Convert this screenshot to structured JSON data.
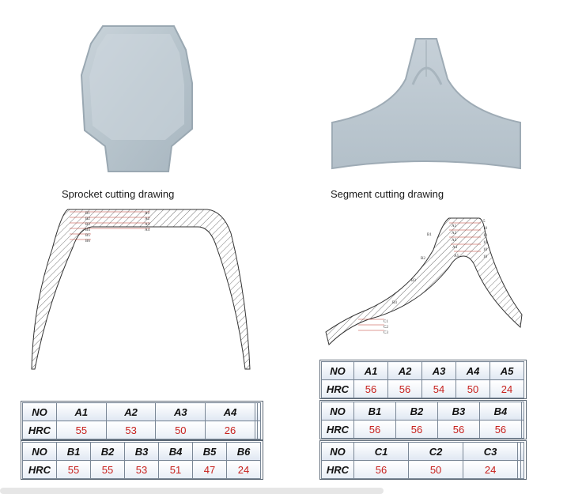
{
  "captions": {
    "sprocket": "Sprocket cutting drawing",
    "segment": "Segment cutting drawing"
  },
  "sprocket_labels": {
    "a": [
      "A1",
      "A2",
      "A3",
      "A4"
    ],
    "b": [
      "B1",
      "B2",
      "B3",
      "B4",
      "B5",
      "B6"
    ]
  },
  "segment_labels": {
    "a": [
      "A1",
      "A2",
      "A3",
      "A4",
      "A5"
    ],
    "b": [
      "B1",
      "B2",
      "B3",
      "B4"
    ],
    "c": [
      "C1",
      "C2",
      "C3"
    ],
    "dims": [
      "5",
      "10",
      "10",
      "10",
      "10",
      "10"
    ]
  },
  "tables": {
    "sprocket_a": {
      "headers": [
        "NO",
        "A1",
        "A2",
        "A3",
        "A4",
        "",
        ""
      ],
      "label": "HRC",
      "values": [
        "55",
        "53",
        "50",
        "26",
        "",
        ""
      ]
    },
    "sprocket_b": {
      "headers": [
        "NO",
        "B1",
        "B2",
        "B3",
        "B4",
        "B5",
        "B6"
      ],
      "label": "HRC",
      "values": [
        "55",
        "55",
        "53",
        "51",
        "47",
        "24"
      ]
    },
    "segment_a": {
      "headers": [
        "NO",
        "A1",
        "A2",
        "A3",
        "A4",
        "A5"
      ],
      "label": "HRC",
      "values": [
        "56",
        "56",
        "54",
        "50",
        "24"
      ]
    },
    "segment_b": {
      "headers": [
        "NO",
        "B1",
        "B2",
        "B3",
        "B4",
        ""
      ],
      "label": "HRC",
      "values": [
        "56",
        "56",
        "56",
        "56",
        ""
      ]
    },
    "segment_c": {
      "headers": [
        "NO",
        "C1",
        "C2",
        "C3",
        "",
        ""
      ],
      "label": "HRC",
      "values": [
        "56",
        "50",
        "24",
        "",
        ""
      ]
    }
  }
}
